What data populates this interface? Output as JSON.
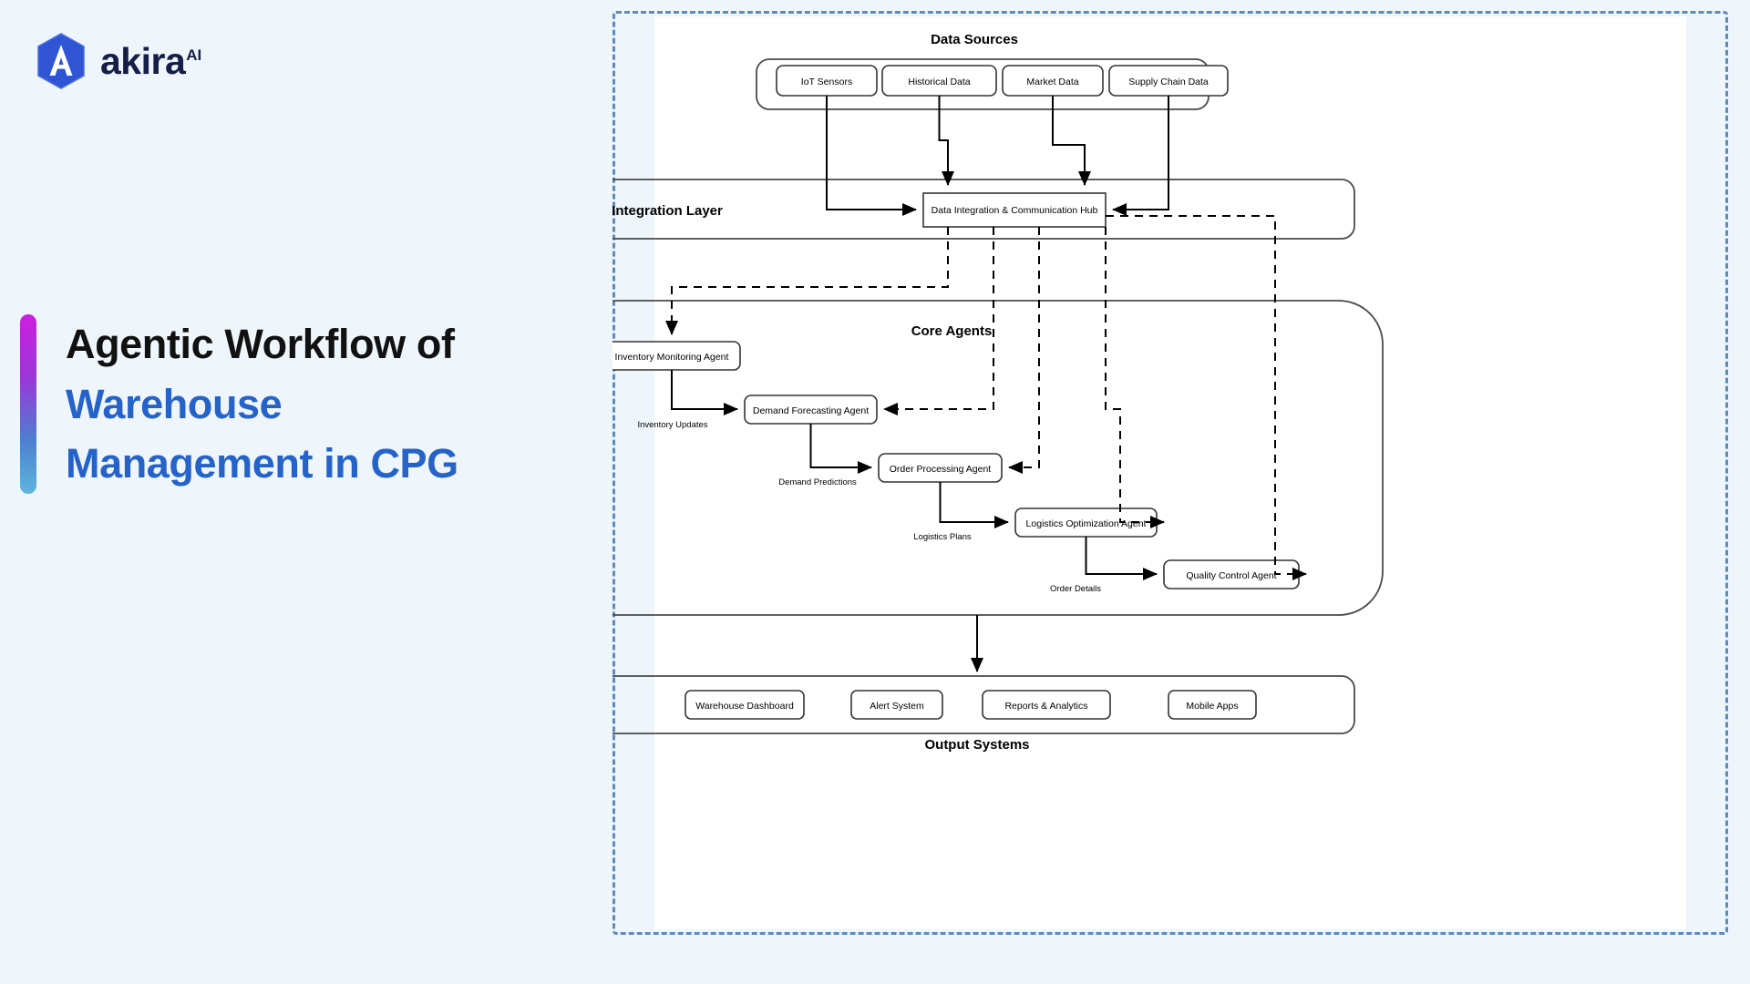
{
  "brand": {
    "logo_icon": "akira-hexagon-logo-icon",
    "name": "akira",
    "superscript": "AI"
  },
  "heading": {
    "line1": "Agentic Workflow of",
    "line2": "Warehouse",
    "line3": "Management in CPG",
    "accent_gradient_from": "#cc1fe0",
    "accent_gradient_to": "#5fb6dd",
    "line1_color": "#111111",
    "line2_color": "#2563c9"
  },
  "diagram": {
    "frame_border_color": "#5c8cbe",
    "groups": {
      "data_sources": "Data Sources",
      "integration_layer": "Integration Layer",
      "core_agents": "Core Agents",
      "output_systems": "Output Systems"
    },
    "data_sources": [
      "IoT Sensors",
      "Historical Data",
      "Market Data",
      "Supply Chain Data"
    ],
    "integration_hub": "Data Integration & Communication Hub",
    "core_agents": [
      "Inventory Monitoring Agent",
      "Demand Forecasting Agent",
      "Order Processing Agent",
      "Logistics Optimization Agent",
      "Quality Control Agent"
    ],
    "edge_labels": [
      "Inventory Updates",
      "Demand Predictions",
      "Logistics Plans",
      "Order Details"
    ],
    "output_systems": [
      "Warehouse Dashboard",
      "Alert System",
      "Reports & Analytics",
      "Mobile Apps"
    ]
  }
}
